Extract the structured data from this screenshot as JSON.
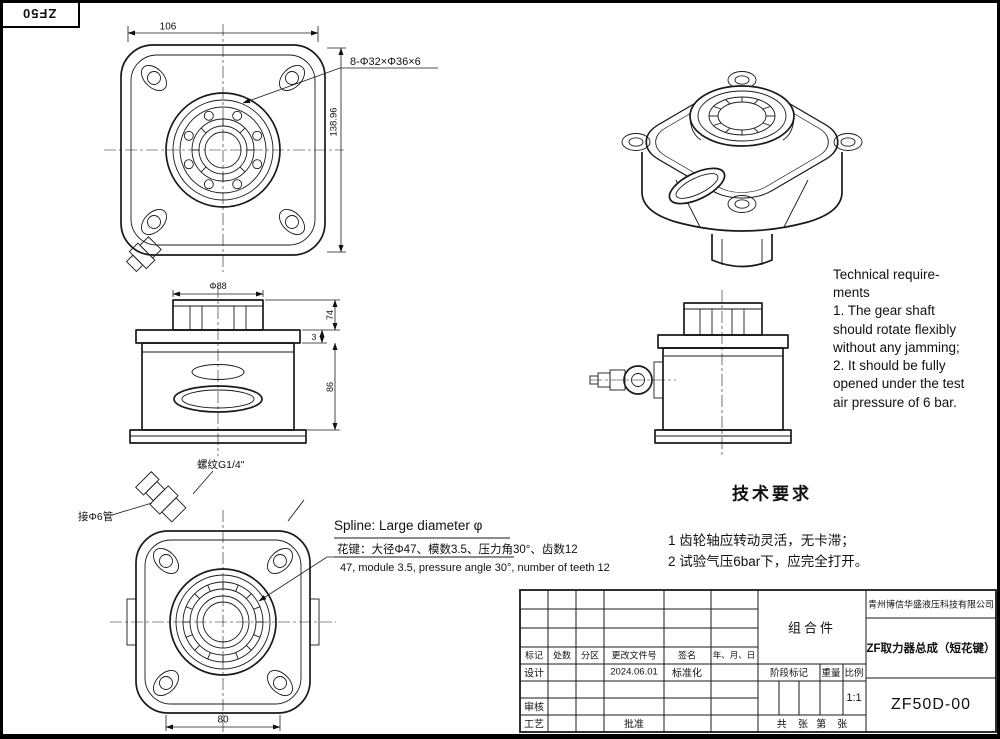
{
  "sheet": {
    "corner_code": "ZF50"
  },
  "view_front_top": {
    "spline_note": "8-Φ32×Φ36×6",
    "dim_width": "106",
    "dim_height": "138.96"
  },
  "view_side_left": {
    "dim_dia": "Φ88",
    "dim_top": "74",
    "dim_step": "3",
    "dim_body": "86"
  },
  "view_front_bottom": {
    "thread_note": "螺纹G1/4\"",
    "pipe_note": "接Φ6管",
    "dim_width": "80"
  },
  "spline_spec": {
    "en_line1": "Spline: Large diameter φ",
    "cn_line": "花键：大径Φ47、模数3.5、压力角30°、齿数12",
    "en_line2": "47, module 3.5, pressure angle 30°, number of teeth 12"
  },
  "tech_req_en": "Technical require-\nments\n1. The gear shaft\nshould rotate flexibly\nwithout any jamming;\n2. It should be fully\nopened under the test\nair pressure of 6 bar.",
  "tech_req_cn": {
    "title": "技术要求",
    "item1": "1 齿轮轴应转动灵活，无卡滞；",
    "item2": "2 试验气压6bar下，应完全打开。"
  },
  "title_block": {
    "rev_headers": [
      "标记",
      "处数",
      "分区",
      "更改文件号",
      "签名",
      "年、月、日"
    ],
    "design": "设计",
    "design_date": "2024.06.01",
    "standardization": "标准化",
    "review": "审核",
    "process": "工艺",
    "approve": "批准",
    "stage_mark": "阶段标记",
    "weight": "重量",
    "scale": "比例",
    "scale_value": "1:1",
    "assembly": "组合件",
    "company": "青州博信华盛液压科技有限公司",
    "part_name": "ZF取力器总成（短花键）",
    "drawing_no": "ZF50D-00",
    "sheet_info": "共    张   第    张"
  }
}
